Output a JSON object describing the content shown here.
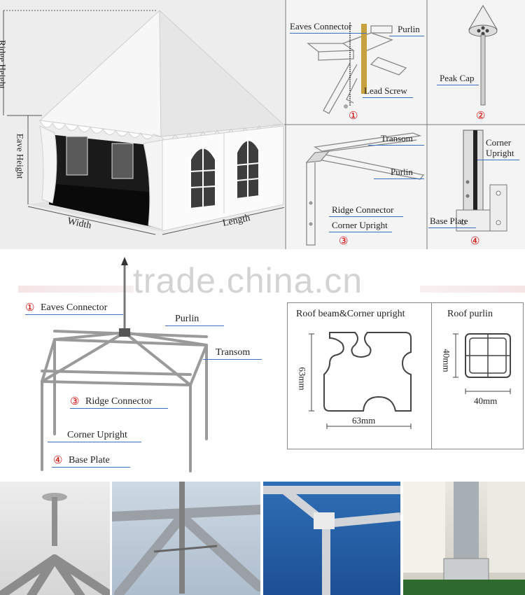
{
  "tent_overview": {
    "ridge_height": "Ridge Height",
    "eave_height": "Eave Height",
    "width": "Width",
    "length": "Length"
  },
  "detail1": {
    "eaves_connector": "Eaves Connector",
    "purlin": "Purlin",
    "lead_screw": "Lead Screw",
    "number": "①"
  },
  "detail2": {
    "peak_cap": "Peak Cap",
    "number": "②"
  },
  "detail3": {
    "transom": "Transom",
    "purlin": "Purlin",
    "ridge_connector": "Ridge Connector",
    "corner_upright": "Corner Upright",
    "number": "③"
  },
  "detail4": {
    "corner_upright_1": "Corner",
    "corner_upright_2": "Upright",
    "base_plate": "Base Plate",
    "number": "④"
  },
  "watermark": "trade.china.cn",
  "frame_diagram": {
    "eaves_connector_num": "①",
    "eaves_connector": "Eaves Connector",
    "purlin": "Purlin",
    "transom": "Transom",
    "ridge_connector_num": "③",
    "ridge_connector": "Ridge Connector",
    "corner_upright": "Corner Upright",
    "base_plate_num": "④",
    "base_plate": "Base Plate"
  },
  "profiles": {
    "roof_beam_title": "Roof beam&Corner upright",
    "roof_beam_height": "63mm",
    "roof_beam_width": "63mm",
    "roof_purlin_title": "Roof purlin",
    "roof_purlin_height": "40mm",
    "roof_purlin_width": "40mm"
  },
  "colors": {
    "accent_red": "#d40000",
    "underline_blue": "#3b6fc6",
    "panel_bg": "#ededed"
  }
}
